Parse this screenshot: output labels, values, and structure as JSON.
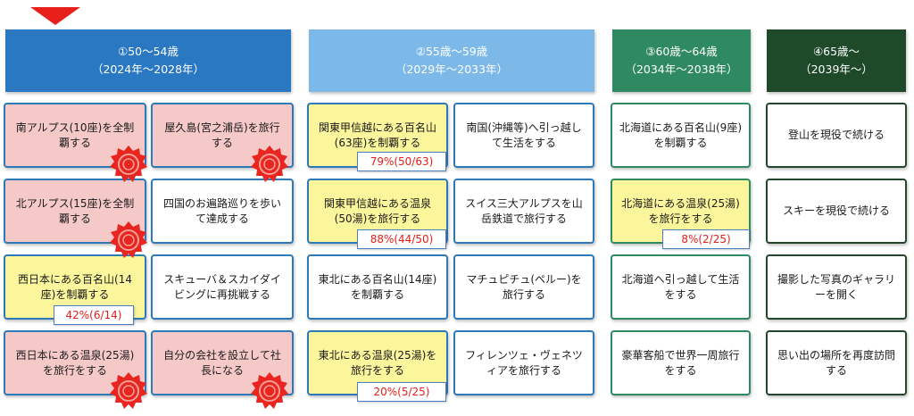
{
  "headers": [
    {
      "line1": "①50～54歳",
      "line2": "（2024年～2028年）",
      "bg": "#2a78c2",
      "fg": "#ffffff"
    },
    {
      "line1": "②55歳～59歳",
      "line2": "（2029年～2033年）",
      "bg": "#7db9e8",
      "fg": "#ffffff"
    },
    {
      "line1": "③60歳～64歳",
      "line2": "（2034年～2038年）",
      "bg": "#2f8a62",
      "fg": "#ffffff"
    },
    {
      "line1": "④65歳～",
      "line2": "（2039年～）",
      "bg": "#1f4a2a",
      "fg": "#ffffff"
    }
  ],
  "cards": {
    "c1": [
      "南アルプス(10座)を全制覇する",
      "北アルプス(15座)を全制覇する",
      "西日本にある百名山(14座)を制覇する",
      "西日本にある温泉(25湯)を旅行をする"
    ],
    "c2": [
      "屋久島(宮之浦岳)を旅行する",
      "四国のお遍路巡りを歩いて達成する",
      "スキューバ＆スカイダイビングに再挑戦する",
      "自分の会社を設立して社長になる"
    ],
    "c3": [
      "関東甲信越にある百名山(63座)を制覇する",
      "関東甲信越にある温泉(50湯)を旅行する",
      "東北にある百名山(14座)を制覇する",
      "東北にある温泉(25湯)を旅行をする"
    ],
    "c4": [
      "南国(沖縄等)へ引っ越して生活をする",
      "スイス三大アルプスを山岳鉄道で旅行する",
      "マチュピチュ(ペルー)を旅行する",
      "フィレンツェ・ヴェネツィアを旅行する"
    ],
    "c5": [
      "北海道にある百名山(9座)を制覇する",
      "北海道にある温泉(25湯)を旅行をする",
      "北海道へ引っ越して生活をする",
      "豪華客船で世界一周旅行をする"
    ],
    "c6": [
      "登山を現役で続ける",
      "スキーを現役で続ける",
      "撮影した写真のギャラリーを開く",
      "思い出の場所を再度訪問する"
    ]
  },
  "progress": {
    "p1": "42%(6/14)",
    "p2": "79%(50/63)",
    "p3": "88%(44/50)",
    "p4": "20%(5/25)",
    "p5": "8%(2/25)"
  },
  "colors": {
    "accent": "#e8201c",
    "pink": "#f6c9c9",
    "yellow": "#fbf59c",
    "border_blue": "#2e79b8"
  }
}
